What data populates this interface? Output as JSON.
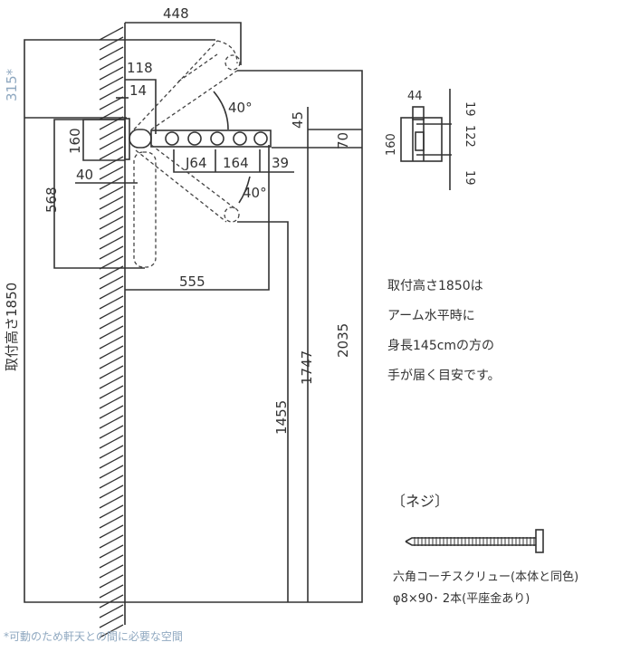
{
  "dimensions": {
    "d448": "448",
    "d118": "118",
    "d14": "14",
    "angle_up": "40°",
    "d45": "45",
    "d70": "70",
    "d160": "160",
    "d164a": "J64",
    "d164b": "164",
    "d39": "39",
    "d40": "40",
    "angle_down": "40°",
    "d568": "568",
    "d555": "555",
    "d315": "315*",
    "mount_height": "取付高さ1850",
    "d1455": "1455",
    "d1747": "1747",
    "d2035": "2035"
  },
  "bracket_detail": {
    "d44": "44",
    "d160": "160",
    "d19_top": "19",
    "d122": "122",
    "d19_bottom": "19"
  },
  "note_lines": [
    "取付高さ1850は",
    "アーム水平時に",
    "身長145cmの方の",
    "手が届く目安です。"
  ],
  "screw": {
    "title": "〔ネジ〕",
    "line1": "六角コーチスクリュー(本体と同色)",
    "line2": "φ8×90･ 2本(平座金あり)"
  },
  "footnote": "*可動のため軒天との間に必要な空間",
  "colors": {
    "line": "#333333",
    "footnote": "#8fa8c0"
  }
}
